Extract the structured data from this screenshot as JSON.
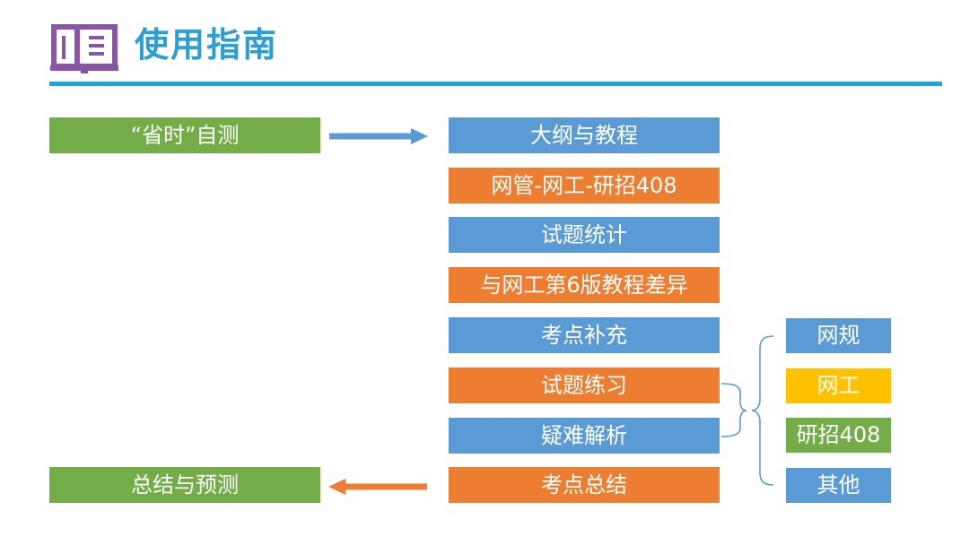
{
  "header": {
    "title": "使用指南",
    "icon": "book-icon",
    "accent_color": "#19a5dc",
    "icon_color": "#8a55a8"
  },
  "colors": {
    "green": "#72ad47",
    "blue": "#5b9bd5",
    "orange": "#ed7d31",
    "yellow": "#ffc000",
    "connector_gray": "#5b9bd5"
  },
  "left_boxes": {
    "self_test": "“省时”自测",
    "summary_forecast": "总结与预测"
  },
  "flow_boxes": [
    {
      "label": "大纲与教程",
      "color": "blue"
    },
    {
      "label": "网管-网工-研招408",
      "color": "orange"
    },
    {
      "label": "试题统计",
      "color": "blue"
    },
    {
      "label": "与网工第6版教程差异",
      "color": "orange"
    },
    {
      "label": "考点补充",
      "color": "blue"
    },
    {
      "label": "试题练习",
      "color": "orange"
    },
    {
      "label": "疑难解析",
      "color": "blue"
    },
    {
      "label": "考点总结",
      "color": "orange"
    }
  ],
  "side_boxes": [
    {
      "label": "网规",
      "color": "blue"
    },
    {
      "label": "网工",
      "color": "yellow"
    },
    {
      "label": "研招408",
      "color": "green"
    },
    {
      "label": "其他",
      "color": "blue"
    }
  ]
}
